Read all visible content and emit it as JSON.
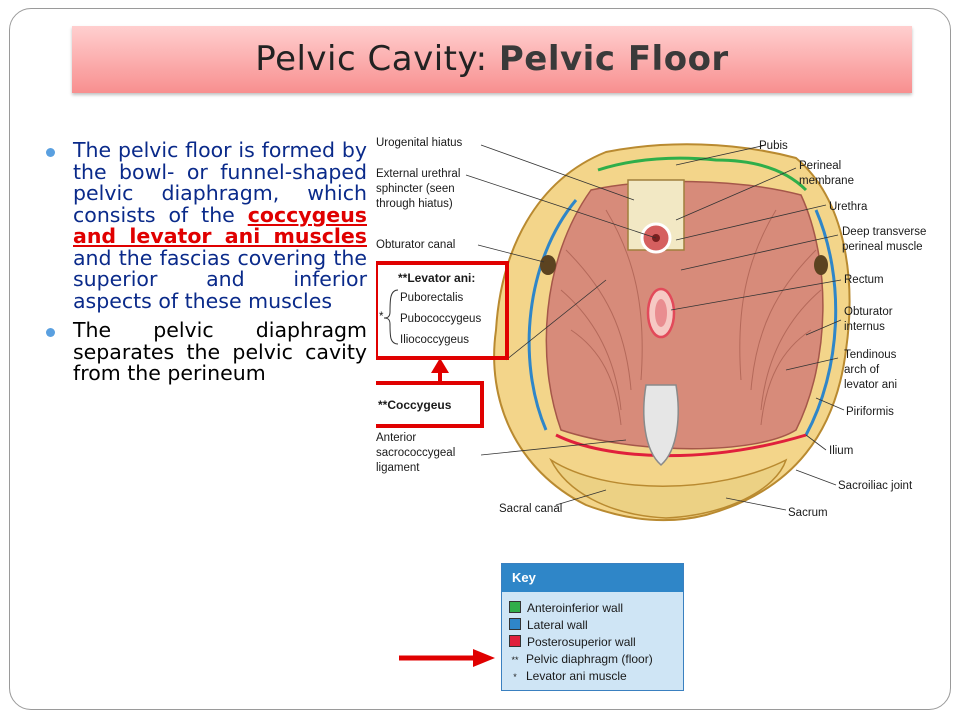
{
  "title": {
    "main": "Pelvic Cavity: ",
    "emphasis": "Pelvic Floor"
  },
  "bullets": [
    {
      "before": "The pelvic floor is formed by the bowl- or funnel-shaped pelvic diaphragm, which consists of the ",
      "highlight": "coccygeus and levator ani muscles",
      "after": " and the fascias covering the superior and inferior aspects of these muscles"
    },
    {
      "text": "The pelvic diaphragm separates the pelvic cavity from the perineum"
    }
  ],
  "figure": {
    "left_labels": {
      "urogenital_hiatus": "Urogenital hiatus",
      "ext_urethral_1": "External urethral",
      "ext_urethral_2": "sphincter (seen",
      "ext_urethral_3": "through hiatus)",
      "obturator_canal": "Obturator canal",
      "levator_ani": "**Levator ani:",
      "puborectalis": "Puborectalis",
      "pubococcygeus": "Pubococcygeus",
      "iliococcygeus": "Iliococcygeus",
      "star": "*",
      "coccygeus": "**Coccygeus",
      "ant_sacro_1": "Anterior",
      "ant_sacro_2": "sacrococcygeal",
      "ant_sacro_3": "ligament",
      "sacral_canal": "Sacral canal"
    },
    "right_labels": {
      "pubis": "Pubis",
      "perineal_1": "Perineal",
      "perineal_2": "membrane",
      "urethra": "Urethra",
      "deep_1": "Deep transverse",
      "deep_2": "perineal muscle",
      "rectum": "Rectum",
      "obturator_1": "Obturator",
      "obturator_2": "internus",
      "tendinous_1": "Tendinous",
      "tendinous_2": "arch of",
      "tendinous_3": "levator ani",
      "piriformis": "Piriformis",
      "ilium": "Ilium",
      "sacroiliac": "Sacroiliac joint",
      "sacrum": "Sacrum"
    }
  },
  "key": {
    "title": "Key",
    "items": [
      {
        "marker": "swatch",
        "color": "#2fae4a",
        "label": "Anteroinferior wall"
      },
      {
        "marker": "swatch",
        "color": "#2f86c8",
        "label": "Lateral wall"
      },
      {
        "marker": "swatch",
        "color": "#e0203c",
        "label": "Posterosuperior wall"
      },
      {
        "marker": "**",
        "label": "Pelvic diaphragm (floor)"
      },
      {
        "marker": "*",
        "label": "Levator ani muscle"
      }
    ]
  },
  "colors": {
    "highlight": "#e00000",
    "callout": "#e00000",
    "title_bar": "#f8a0a0"
  }
}
